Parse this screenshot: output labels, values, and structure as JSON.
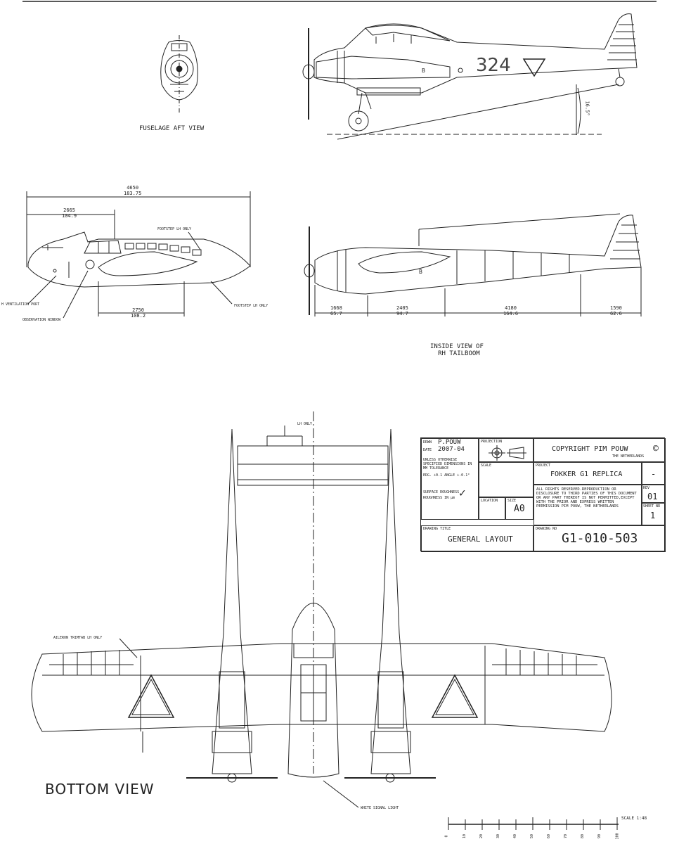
{
  "views": {
    "aft_view_label": "FUSELAGE AFT VIEW",
    "inside_view_label_1": "INSIDE VIEW OF",
    "inside_view_label_2": "RH TAILBOOM",
    "bottom_view_label": "BOTTOM VIEW"
  },
  "side_view": {
    "fuselage_code": "324",
    "marker": "B",
    "angle": "16.5°"
  },
  "fuselage_drawing": {
    "overall_mm": "4650",
    "overall_in": "183.75",
    "front_mm": "2665",
    "front_in": "104.9",
    "lower_mm": "2750",
    "lower_in": "108.2",
    "footstep_top": "FOOTSTEP LH ONLY",
    "footstep_bottom": "FOOTSTEP LH ONLY",
    "ventilation": "H VENTILATION PORT",
    "observation": "OBSERVATION WINDOW"
  },
  "tailboom_drawing": {
    "dims": [
      {
        "mm": "1668",
        "in": "65.7"
      },
      {
        "mm": "2405",
        "in": "94.7"
      },
      {
        "mm": "4180",
        "in": "164.6"
      },
      {
        "mm": "1590",
        "in": "62.6"
      }
    ],
    "marker": "B"
  },
  "bottom_view": {
    "lh_only": "LH ONLY",
    "aileron_trim": "AILERON TRIMTAB LH ONLY",
    "signal_light": "WHITE SIGNAL LIGHT"
  },
  "title_block": {
    "drawn_label": "DRWN",
    "drawn_value": "P.POUW",
    "date_label": "DATE",
    "date_value": "2007-04",
    "unless_text": "UNLESS OTHERWISE SPECIFIED DIMENSIONS IN MM TOLERANCE",
    "edge_text": "EDG. +0.1      ANGLE +-0.1°",
    "surface_text": "SURFACE ROUGHNESS",
    "roughness_text": "ROUGHNESS IN  µm",
    "projection_label": "PROJECTION",
    "scale_label": "SCALE",
    "location_label": "LOCATION",
    "size_label": "SIZE",
    "size_value": "A0",
    "copyright": "COPYRIGHT  PIM POUW",
    "country": "THE NETHERLANDS",
    "copyright_symbol": "©",
    "project_label": "PROJECT",
    "project_value": "FOKKER G1 REPLICA",
    "project_rev": "-",
    "rights_text": "ALL RIGHTS RESERVED.REPRODUCTION OR DISCLOSURE TO THIRD PARTIES OF THIS DOCUMENT OR ANY PART THEREOF IS NOT PERMITTED,EXCEPT WITH THE PRIOR AND EXPRESS WRITTEN PERMISSION PIM POUW, THE NETHERLANDS",
    "rev_label": "REV",
    "rev_value": "01",
    "sheet_label": "SHEET NR",
    "sheet_value": "1",
    "drawing_title_label": "DRAWING TITLE",
    "drawing_title": "GENERAL LAYOUT",
    "drawing_no_label": "DRAWING NO",
    "drawing_no": "G1-010-503"
  },
  "scale_bar": {
    "label": "SCALE 1:48",
    "ticks": [
      "0",
      "10",
      "20",
      "30",
      "40",
      "50",
      "60",
      "70",
      "80",
      "90",
      "100"
    ]
  },
  "colors": {
    "ink": "#222222",
    "paper": "#ffffff"
  }
}
